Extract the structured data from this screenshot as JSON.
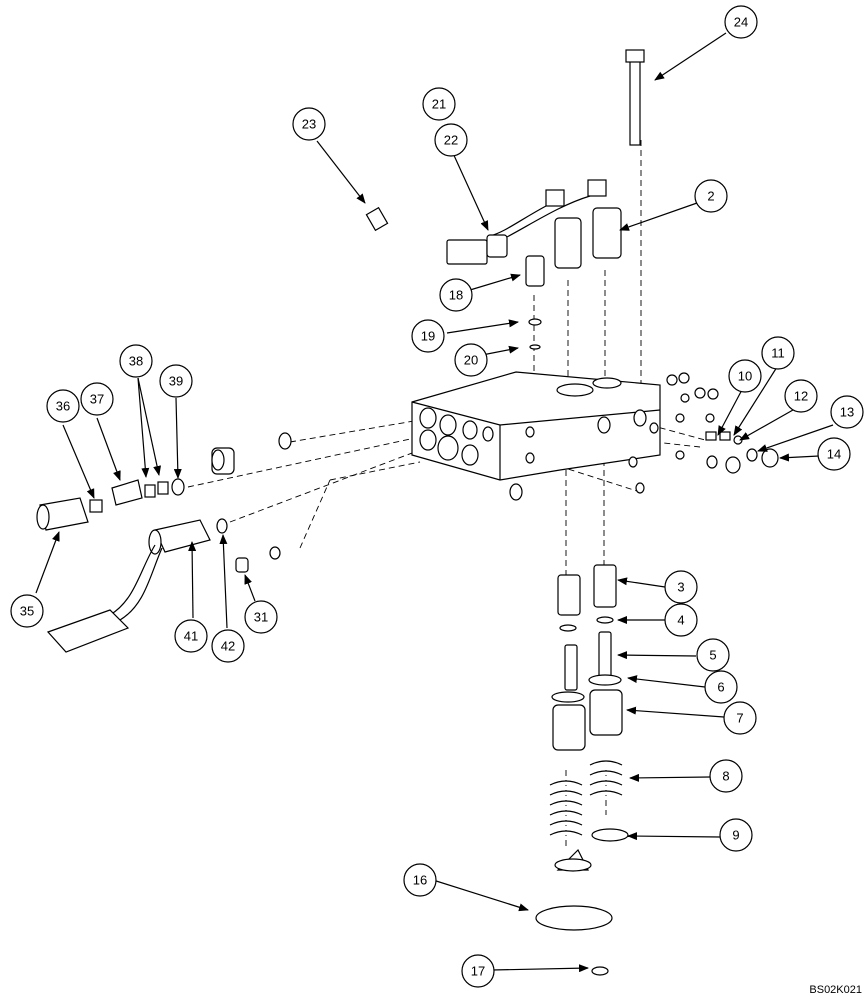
{
  "diagram": {
    "reference_code": "BS02K021",
    "callouts": [
      {
        "id": "c24",
        "label": "24"
      },
      {
        "id": "c21",
        "label": "21"
      },
      {
        "id": "c22",
        "label": "22"
      },
      {
        "id": "c23",
        "label": "23"
      },
      {
        "id": "c2",
        "label": "2"
      },
      {
        "id": "c18",
        "label": "18"
      },
      {
        "id": "c19",
        "label": "19"
      },
      {
        "id": "c20",
        "label": "20"
      },
      {
        "id": "c38",
        "label": "38"
      },
      {
        "id": "c36",
        "label": "36"
      },
      {
        "id": "c37",
        "label": "37"
      },
      {
        "id": "c39",
        "label": "39"
      },
      {
        "id": "c10",
        "label": "10"
      },
      {
        "id": "c11",
        "label": "11"
      },
      {
        "id": "c12",
        "label": "12"
      },
      {
        "id": "c13",
        "label": "13"
      },
      {
        "id": "c14",
        "label": "14"
      },
      {
        "id": "c35",
        "label": "35"
      },
      {
        "id": "c41",
        "label": "41"
      },
      {
        "id": "c42",
        "label": "42"
      },
      {
        "id": "c31",
        "label": "31"
      },
      {
        "id": "c3",
        "label": "3"
      },
      {
        "id": "c4",
        "label": "4"
      },
      {
        "id": "c5",
        "label": "5"
      },
      {
        "id": "c6",
        "label": "6"
      },
      {
        "id": "c7",
        "label": "7"
      },
      {
        "id": "c8",
        "label": "8"
      },
      {
        "id": "c9",
        "label": "9"
      },
      {
        "id": "c16",
        "label": "16"
      },
      {
        "id": "c17",
        "label": "17"
      }
    ]
  }
}
